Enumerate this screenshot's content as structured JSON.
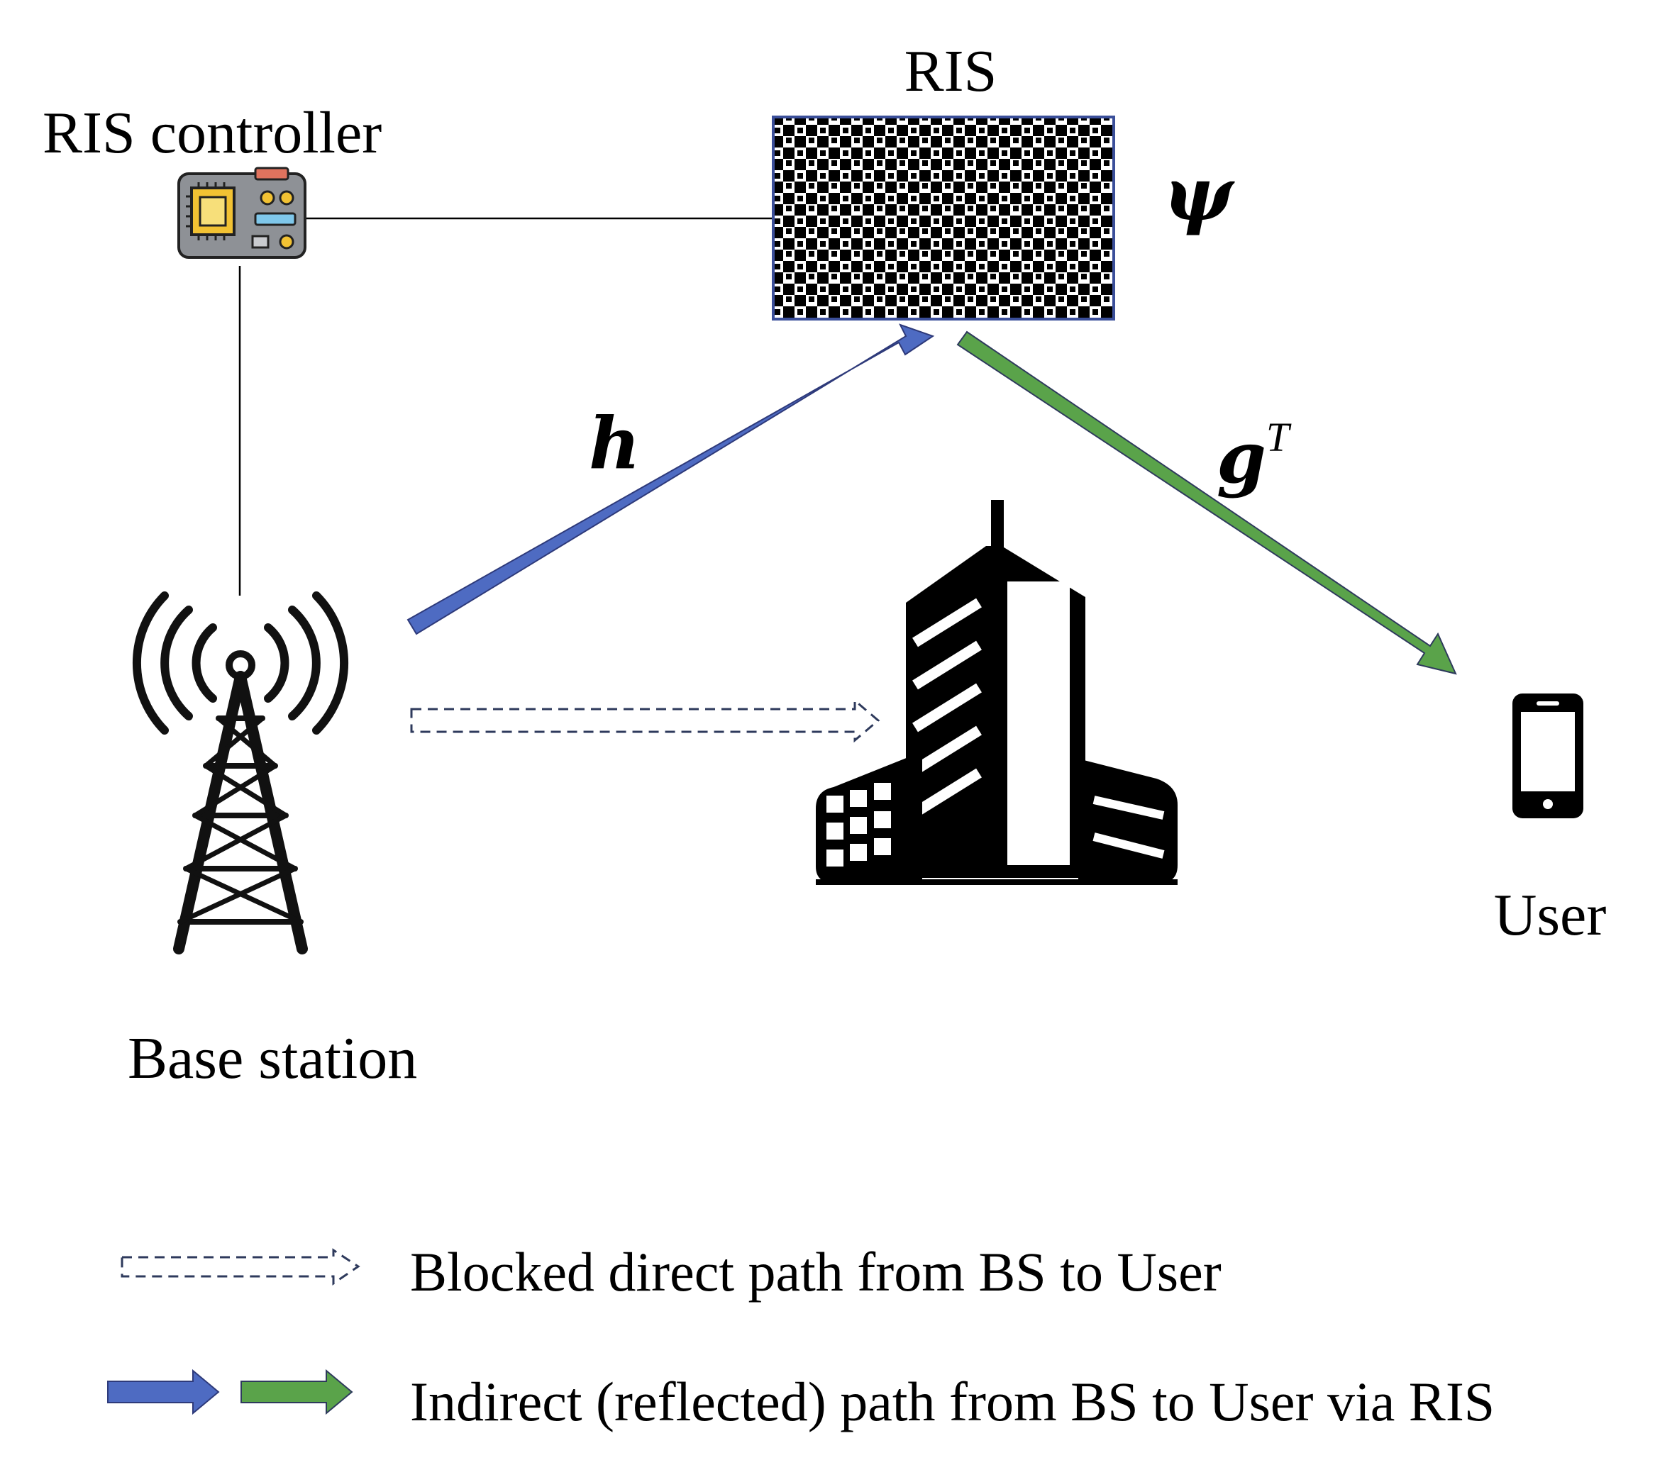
{
  "labels": {
    "ris": "RIS",
    "ris_controller": "RIS controller",
    "base_station": "Base station",
    "user": "User"
  },
  "symbols": {
    "psi": "ψ",
    "h": "h",
    "g": "g",
    "g_superscript": "T"
  },
  "legend": {
    "blocked": "Blocked direct path from BS to User",
    "indirect": "Indirect (reflected) path from BS to User via RIS"
  },
  "colors": {
    "incident_path": "#4e6bc2",
    "reflected_path": "#5aa34a",
    "blocked_path": "#2e3a5c",
    "ris_border": "#3b4f9a"
  },
  "icons": {
    "controller": "circuit-board-icon",
    "base_station": "radio-tower-icon",
    "obstacle": "building-icon",
    "user": "smartphone-icon"
  }
}
